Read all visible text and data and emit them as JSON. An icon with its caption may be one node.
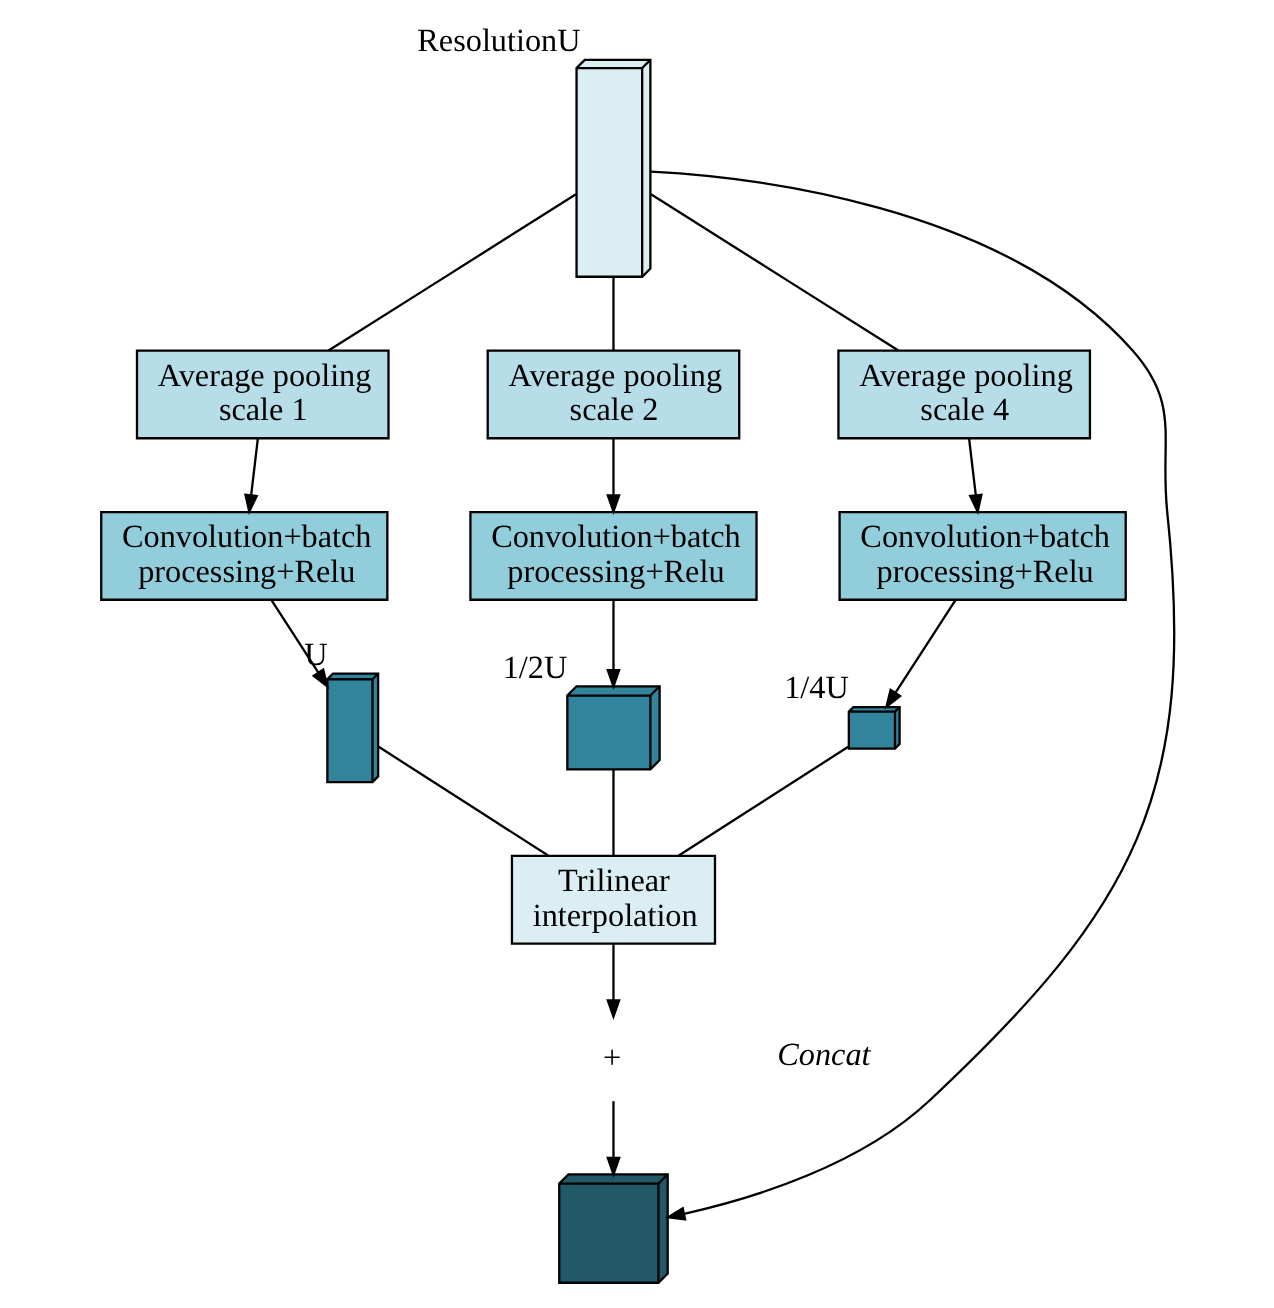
{
  "diagram": {
    "nodes": [
      {
        "text": [],
        "shape": "box",
        "beside": [
          "ResolutionU"
        ]
      },
      {
        "text": [
          "Average pooling scale 1"
        ]
      },
      {
        "text": [
          "Average pooling scale 2"
        ]
      },
      {
        "text": [
          "Average pooling scale 4"
        ]
      },
      {
        "text": [
          "Convolution+batch processing+Relu"
        ]
      },
      {
        "text": [
          "Convolution+batch processing+Relu"
        ]
      },
      {
        "text": [
          "Convolution+batch processing+Relu"
        ]
      },
      {
        "text": [],
        "shape": "box",
        "beside": [
          "U"
        ]
      },
      {
        "text": [],
        "shape": "box",
        "beside": [
          "1/2U"
        ]
      },
      {
        "text": [],
        "shape": "box",
        "beside": [
          "1/4U"
        ]
      },
      {
        "text": [
          "Trilinear interpolation"
        ]
      },
      {
        "text": [
          "+"
        ]
      },
      {
        "text": [],
        "shape": "box"
      }
    ],
    "edges": [
      {
        "from": 0,
        "to": 1,
        "arrow": "none"
      },
      {
        "from": 0,
        "to": 2,
        "arrow": "none"
      },
      {
        "from": 0,
        "to": 3,
        "arrow": "none"
      },
      {
        "from": 1,
        "to": 4,
        "arrow": "to"
      },
      {
        "from": 2,
        "to": 5,
        "arrow": "to"
      },
      {
        "from": 3,
        "to": 6,
        "arrow": "to"
      },
      {
        "from": 4,
        "to": 7,
        "arrow": "to"
      },
      {
        "from": 5,
        "to": 8,
        "arrow": "to"
      },
      {
        "from": 6,
        "to": 9,
        "arrow": "to"
      },
      {
        "from": 7,
        "to": 10,
        "arrow": "none"
      },
      {
        "from": 8,
        "to": 10,
        "arrow": "none"
      },
      {
        "from": 9,
        "to": 10,
        "arrow": "none"
      },
      {
        "from": 10,
        "to": 11,
        "arrow": "to"
      },
      {
        "from": 11,
        "to": 12,
        "arrow": "to"
      },
      {
        "from": 0,
        "to": 12,
        "arrow": "to"
      }
    ],
    "labels": [
      "Concat"
    ]
  }
}
